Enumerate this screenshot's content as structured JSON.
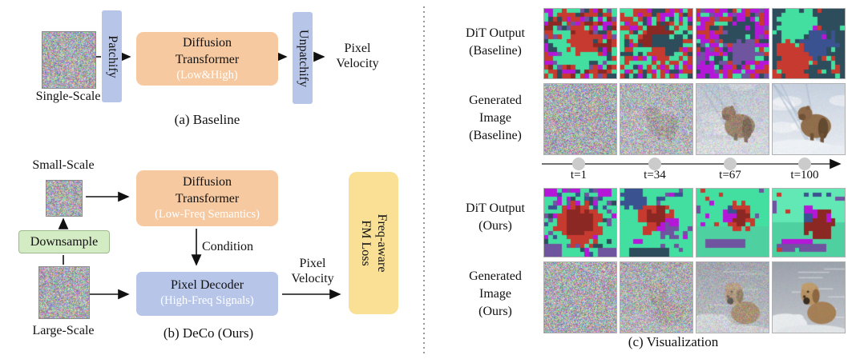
{
  "panel_a": {
    "caption": "(a) Baseline",
    "input_label": "Single-Scale",
    "patchify_label": "Patchify",
    "transformer_line1": "Diffusion",
    "transformer_line2": "Transformer",
    "transformer_sub": "(Low&High)",
    "unpatchify_label": "Unpatchify",
    "output_line1": "Pixel",
    "output_line2": "Velocity"
  },
  "panel_b": {
    "caption": "(b) DeCo (Ours)",
    "small_scale_label": "Small-Scale",
    "large_scale_label": "Large-Scale",
    "downsample_label": "Downsample",
    "transformer_line1": "Diffusion",
    "transformer_line2": "Transformer",
    "transformer_sub": "(Low-Freq Semantics)",
    "decoder_label": "Pixel Decoder",
    "decoder_sub": "(High-Freq Signals)",
    "condition_label": "Condition",
    "velocity_line1": "Pixel",
    "velocity_line2": "Velocity",
    "loss_line1": "Freq-aware",
    "loss_line2": "FM Loss"
  },
  "panel_c": {
    "caption": "(c) Visualization",
    "row_labels": [
      {
        "lines": [
          "DiT Output",
          "(Baseline)"
        ]
      },
      {
        "lines": [
          "Generated",
          "Image",
          "(Baseline)"
        ]
      },
      {
        "lines": [
          "DiT Output",
          "(Ours)"
        ]
      },
      {
        "lines": [
          "Generated",
          "Image",
          "(Ours)"
        ]
      }
    ],
    "timeline_labels": [
      "t=1",
      "t=34",
      "t=67",
      "t=100"
    ]
  },
  "colors": {
    "module_blue": "#b7c5e9",
    "module_orange": "#f6c9a1",
    "module_green": "#d4ecc3",
    "module_yellow": "#f9e094",
    "timeline_dot": "#cbcbcb",
    "sub_text": "#ffffff"
  },
  "art": {
    "palette": {
      "G": "#43dfa1",
      "G2": "#8deec9",
      "G3": "#4fd0a0",
      "LG": "#62e8b4",
      "T": "#2e4d5c",
      "R": "#c63a2f",
      "DR": "#8c2823",
      "M": "#b517d9",
      "P": "#6f549f",
      "N": "#3a528f"
    },
    "canvases": {
      "sqa": {
        "kind": "noise",
        "seed": 5
      },
      "sqbs": {
        "kind": "noise",
        "seed": 6
      },
      "sqbl": {
        "kind": "noise",
        "seed": 7
      },
      "mb1": {
        "kind": "mosaic",
        "grid": 16,
        "bg": "T",
        "seed": 21,
        "noise": {
          "p": 0.95,
          "colors": [
            "T",
            "R",
            "G",
            "M",
            "P",
            "DR",
            "R",
            "G"
          ]
        },
        "regions": [
          [
            "blob",
            "G",
            7,
            9.5,
            4.6,
            3
          ],
          [
            "blob",
            "R",
            8,
            7.5,
            3.1,
            2.5
          ]
        ]
      },
      "mb2": {
        "kind": "mosaic",
        "grid": 16,
        "bg": "G",
        "seed": 22,
        "noise": {
          "p": 0.92,
          "colors": [
            "R",
            "G",
            "M",
            "T",
            "R",
            "G"
          ]
        },
        "regions": [
          [
            "blob",
            "DR",
            8.5,
            6.5,
            3.3,
            2.5
          ],
          [
            "blob",
            "T",
            10,
            8.5,
            2.7,
            2
          ],
          [
            "blob",
            "R",
            8.5,
            11,
            2,
            2
          ]
        ]
      },
      "mb3": {
        "kind": "mosaic",
        "grid": 16,
        "bg": "M",
        "seed": 23,
        "noise": {
          "p": 0.92,
          "colors": [
            "R",
            "M",
            "P",
            "T",
            "G",
            "R",
            "M"
          ]
        },
        "regions": [
          [
            "blob",
            "T",
            9.5,
            6,
            3,
            2.5
          ],
          [
            "blob",
            "P",
            10.5,
            10,
            2.7,
            2
          ]
        ]
      },
      "mb4": {
        "kind": "mosaic",
        "grid": 16,
        "bg": "T",
        "seed": 24,
        "noise": {
          "p": 0.14,
          "colors": [
            "G",
            "R",
            "T"
          ]
        },
        "regions": [
          [
            "blob",
            "G",
            5,
            4.5,
            4.4,
            3.5
          ],
          [
            "blob",
            "N",
            10.5,
            8,
            3.4,
            2.5
          ],
          [
            "blob",
            "R",
            4.5,
            12.5,
            4.4,
            3
          ],
          [
            "rect",
            "M",
            9,
            4,
            1,
            1
          ],
          [
            "rect",
            "M",
            11,
            6,
            1,
            1
          ],
          [
            "rect",
            "G",
            13,
            12,
            1,
            1
          ],
          [
            "rect",
            "R",
            13,
            14,
            2,
            1
          ]
        ]
      },
      "mo1": {
        "kind": "mosaic",
        "grid": 16,
        "bg": "G",
        "seed": 25,
        "noise": {
          "p": 0.5,
          "colors": [
            "M",
            "N",
            "P",
            "T",
            "G",
            "G"
          ]
        },
        "regions": [
          [
            "blob",
            "R",
            8,
            8.5,
            4.9,
            2
          ],
          [
            "blob",
            "DR",
            8,
            8,
            3.2,
            1.5
          ],
          [
            "rect",
            "P",
            0,
            13,
            4,
            3
          ],
          [
            "rect",
            "P",
            12,
            14,
            4,
            2
          ],
          [
            "rect",
            "M",
            0,
            0,
            3,
            2
          ],
          [
            "rect",
            "M",
            12,
            0,
            3,
            2
          ],
          [
            "rect",
            "M",
            6,
            0,
            2,
            1
          ]
        ]
      },
      "mo2": {
        "kind": "mosaic",
        "grid": 16,
        "bg": "G",
        "seed": 26,
        "noise": {
          "p": 0.12,
          "colors": [
            "M",
            "P",
            "G"
          ]
        },
        "regions": [
          [
            "blob",
            "N",
            3,
            2,
            2.7,
            2
          ],
          [
            "rect",
            "N",
            8,
            2,
            2,
            1
          ],
          [
            "rect",
            "N",
            12,
            1,
            2,
            1
          ],
          [
            "rect",
            "N",
            5,
            4,
            1,
            1
          ],
          [
            "blob",
            "R",
            8,
            7.5,
            3.4,
            2
          ],
          [
            "blob",
            "DR",
            8.5,
            7,
            2.3,
            1.5
          ],
          [
            "blob",
            "M",
            10.5,
            8.5,
            2,
            2
          ],
          [
            "blob",
            "P",
            11,
            10,
            1.7,
            1.5
          ],
          [
            "rect",
            "T",
            2,
            14,
            9,
            2
          ],
          [
            "rect",
            "M",
            3,
            12,
            2,
            1
          ]
        ]
      },
      "mo3": {
        "kind": "mosaic",
        "grid": 16,
        "bg": "G",
        "seed": 27,
        "noise": {
          "p": 0.07,
          "colors": [
            "R",
            "P",
            "M"
          ]
        },
        "regions": [
          [
            "rect",
            "G3",
            0,
            9,
            16,
            7
          ],
          [
            "blob",
            "R",
            9.5,
            6.5,
            2.9,
            2
          ],
          [
            "blob",
            "DR",
            10,
            7,
            1.9,
            1.2
          ],
          [
            "blob",
            "N",
            7.5,
            5.5,
            1.3,
            1
          ],
          [
            "blob",
            "M",
            7,
            7,
            1.3,
            1
          ],
          [
            "rect",
            "P",
            2,
            12,
            9,
            2
          ],
          [
            "rect",
            "R",
            2,
            2,
            1,
            1
          ],
          [
            "rect",
            "R",
            5,
            1,
            1,
            1
          ],
          [
            "rect",
            "P",
            0,
            4,
            1,
            2
          ]
        ]
      },
      "mo4": {
        "kind": "mosaic",
        "grid": 16,
        "bg": "LG",
        "seed": 28,
        "noise": {
          "p": 0.05,
          "colors": [
            "R",
            "G2"
          ]
        },
        "regions": [
          [
            "rect",
            "G3",
            0,
            8,
            16,
            8
          ],
          [
            "blob",
            "DR",
            10.5,
            8,
            3.4,
            1.5
          ],
          [
            "rect",
            "DR",
            9,
            9,
            4,
            3
          ],
          [
            "blob",
            "M",
            8.5,
            5.5,
            1.4,
            1
          ],
          [
            "rect",
            "M",
            7,
            6,
            1,
            2
          ],
          [
            "rect",
            "M",
            12,
            6,
            1,
            2
          ],
          [
            "blob",
            "N",
            8,
            7,
            1.2,
            1
          ],
          [
            "rect",
            "N",
            7,
            1,
            1,
            1
          ],
          [
            "rect",
            "N",
            9,
            1,
            2,
            1
          ],
          [
            "rect",
            "N",
            12,
            1,
            1,
            1
          ],
          [
            "rect",
            "P",
            14,
            2,
            2,
            1
          ],
          [
            "rect",
            "P",
            0,
            3,
            1,
            3
          ],
          [
            "rect",
            "P",
            1,
            13,
            11,
            2
          ],
          [
            "rect",
            "M",
            2,
            12,
            7,
            1
          ],
          [
            "rect",
            "G",
            5,
            14,
            1,
            1
          ],
          [
            "rect",
            "R",
            1,
            14,
            1,
            1
          ]
        ]
      },
      "gb1": {
        "kind": "photo",
        "scene": "none",
        "noise": 1,
        "seed": 31
      },
      "gb2": {
        "kind": "photo",
        "scene": "bear",
        "noise": 0.85,
        "seed": 32
      },
      "gb3": {
        "kind": "photo",
        "scene": "bear",
        "noise": 0.4,
        "seed": 33
      },
      "gb4": {
        "kind": "photo",
        "scene": "bear",
        "noise": 0.08,
        "seed": 34
      },
      "go1": {
        "kind": "photo",
        "scene": "none",
        "noise": 1,
        "seed": 35
      },
      "go2": {
        "kind": "photo",
        "scene": "dog",
        "noise": 0.85,
        "seed": 36
      },
      "go3": {
        "kind": "photo",
        "scene": "dog",
        "noise": 0.42,
        "seed": 37
      },
      "go4": {
        "kind": "photo",
        "scene": "dog",
        "noise": 0.08,
        "seed": 38
      }
    }
  }
}
